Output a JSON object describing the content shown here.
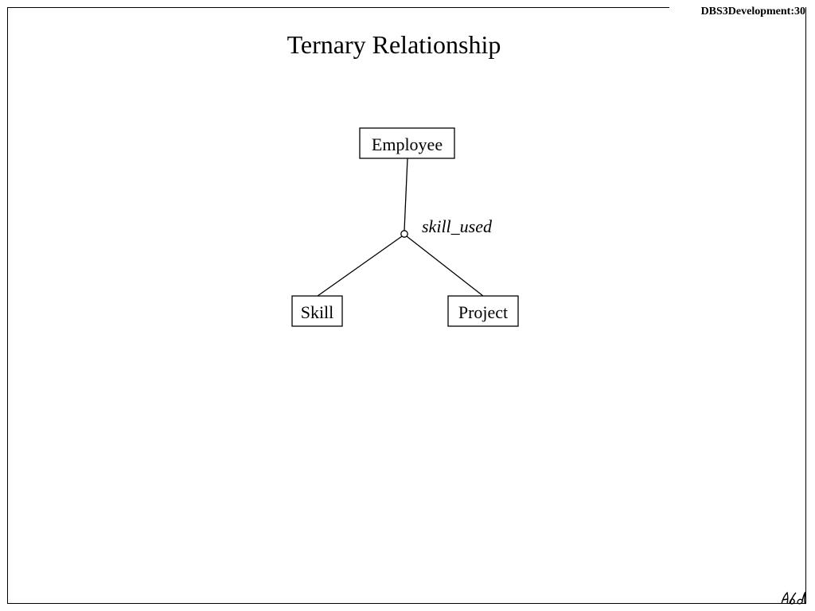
{
  "header": {
    "slide_id": "DBS3Development:30"
  },
  "slide": {
    "title": "Ternary Relationship"
  },
  "diagram": {
    "entities": {
      "employee": "Employee",
      "skill": "Skill",
      "project": "Project"
    },
    "relationship": {
      "name": "skill_used"
    }
  },
  "footer": {
    "logo_icon": "publisher-logo-icon"
  }
}
